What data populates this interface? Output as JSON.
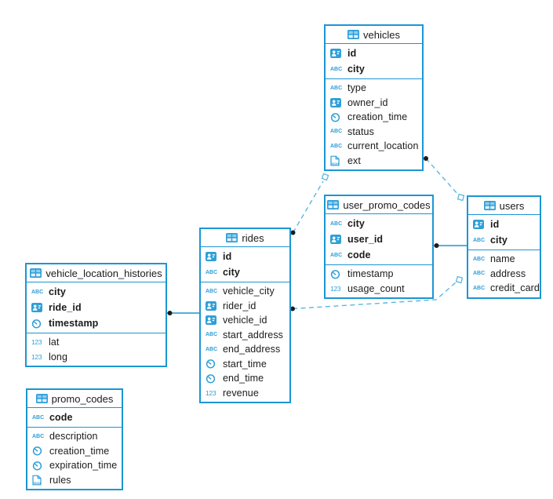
{
  "colors": {
    "table_border": "#1b96d4",
    "icon_blue": "#2e9fd8",
    "dashed_line": "#5cb6e2",
    "solid_line": "#1b96d4",
    "marker_dot": "#1c1c1c",
    "background": "#ffffff",
    "text": "#1b1b1b"
  },
  "tables": [
    {
      "name": "vehicles",
      "header_icon": "table-icon",
      "key_fields": [
        {
          "name": "id",
          "type": "id",
          "icon": "id-type-icon"
        },
        {
          "name": "city",
          "type": "string",
          "icon": "string-type-icon"
        }
      ],
      "fields": [
        {
          "name": "type",
          "type": "string",
          "icon": "string-type-icon"
        },
        {
          "name": "owner_id",
          "type": "id",
          "icon": "id-type-icon"
        },
        {
          "name": "creation_time",
          "type": "timestamp",
          "icon": "timestamp-type-icon"
        },
        {
          "name": "status",
          "type": "string",
          "icon": "string-type-icon"
        },
        {
          "name": "current_location",
          "type": "string",
          "icon": "string-type-icon"
        },
        {
          "name": "ext",
          "type": "json",
          "icon": "json-type-icon"
        }
      ]
    },
    {
      "name": "user_promo_codes",
      "header_icon": "table-icon",
      "key_fields": [
        {
          "name": "city",
          "type": "string",
          "icon": "string-type-icon"
        },
        {
          "name": "user_id",
          "type": "id",
          "icon": "id-type-icon"
        },
        {
          "name": "code",
          "type": "string",
          "icon": "string-type-icon"
        }
      ],
      "fields": [
        {
          "name": "timestamp",
          "type": "timestamp",
          "icon": "timestamp-type-icon"
        },
        {
          "name": "usage_count",
          "type": "number",
          "icon": "number-type-icon"
        }
      ]
    },
    {
      "name": "users",
      "header_icon": "table-icon",
      "key_fields": [
        {
          "name": "id",
          "type": "id",
          "icon": "id-type-icon"
        },
        {
          "name": "city",
          "type": "string",
          "icon": "string-type-icon"
        }
      ],
      "fields": [
        {
          "name": "name",
          "type": "string",
          "icon": "string-type-icon"
        },
        {
          "name": "address",
          "type": "string",
          "icon": "string-type-icon"
        },
        {
          "name": "credit_card",
          "type": "string",
          "icon": "string-type-icon"
        }
      ]
    },
    {
      "name": "rides",
      "header_icon": "table-icon",
      "key_fields": [
        {
          "name": "id",
          "type": "id",
          "icon": "id-type-icon"
        },
        {
          "name": "city",
          "type": "string",
          "icon": "string-type-icon"
        }
      ],
      "fields": [
        {
          "name": "vehicle_city",
          "type": "string",
          "icon": "string-type-icon"
        },
        {
          "name": "rider_id",
          "type": "id",
          "icon": "id-type-icon"
        },
        {
          "name": "vehicle_id",
          "type": "id",
          "icon": "id-type-icon"
        },
        {
          "name": "start_address",
          "type": "string",
          "icon": "string-type-icon"
        },
        {
          "name": "end_address",
          "type": "string",
          "icon": "string-type-icon"
        },
        {
          "name": "start_time",
          "type": "timestamp",
          "icon": "timestamp-type-icon"
        },
        {
          "name": "end_time",
          "type": "timestamp",
          "icon": "timestamp-type-icon"
        },
        {
          "name": "revenue",
          "type": "number",
          "icon": "number-type-icon"
        }
      ]
    },
    {
      "name": "vehicle_location_histories",
      "header_icon": "table-icon",
      "key_fields": [
        {
          "name": "city",
          "type": "string",
          "icon": "string-type-icon"
        },
        {
          "name": "ride_id",
          "type": "id",
          "icon": "id-type-icon"
        },
        {
          "name": "timestamp",
          "type": "timestamp",
          "icon": "timestamp-type-icon"
        }
      ],
      "fields": [
        {
          "name": "lat",
          "type": "number",
          "icon": "number-type-icon"
        },
        {
          "name": "long",
          "type": "number",
          "icon": "number-type-icon"
        }
      ]
    },
    {
      "name": "promo_codes",
      "header_icon": "table-icon",
      "key_fields": [
        {
          "name": "code",
          "type": "string",
          "icon": "string-type-icon"
        }
      ],
      "fields": [
        {
          "name": "description",
          "type": "string",
          "icon": "string-type-icon"
        },
        {
          "name": "creation_time",
          "type": "timestamp",
          "icon": "timestamp-type-icon"
        },
        {
          "name": "expiration_time",
          "type": "timestamp",
          "icon": "timestamp-type-icon"
        },
        {
          "name": "rules",
          "type": "json",
          "icon": "json-type-icon"
        }
      ]
    }
  ],
  "relationships": [
    {
      "from": "vehicle_location_histories",
      "to": "rides",
      "line": "solid",
      "from_marker": "dot",
      "to_marker": "none"
    },
    {
      "from": "user_promo_codes",
      "to": "users",
      "line": "solid",
      "from_marker": "dot",
      "to_marker": "none"
    },
    {
      "from": "rides",
      "to": "vehicles",
      "line": "dashed",
      "from_marker": "dot",
      "to_marker": "square"
    },
    {
      "from": "vehicles",
      "to": "users",
      "line": "dashed",
      "from_marker": "dot",
      "to_marker": "square"
    },
    {
      "from": "rides",
      "to": "users",
      "line": "dashed",
      "from_marker": "dot",
      "to_marker": "square"
    }
  ]
}
